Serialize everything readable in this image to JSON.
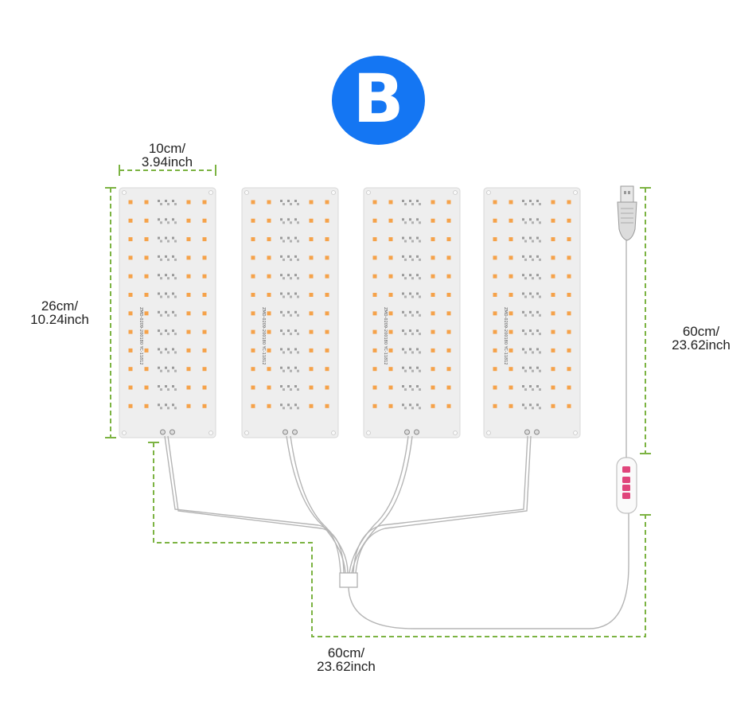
{
  "badge": {
    "letter": "B",
    "color": "#1476f3"
  },
  "dimensions": {
    "panel_width": {
      "line1": "10cm/",
      "line2": "3.94inch"
    },
    "panel_height": {
      "line1": "26cm/",
      "line2": "10.24inch"
    },
    "usb_cable_length": {
      "line1": "60cm/",
      "line2": "23.62inch"
    },
    "splitter_cable_length": {
      "line1": "60cm/",
      "line2": "23.62inch"
    }
  },
  "panel_marking": "YC-11812",
  "panel_code": "ZMD-0209-200180",
  "panel_count": 4,
  "colors": {
    "dimension_line": "#7cb342",
    "led_orange": "#f5a24a",
    "panel": "#eeeeee",
    "cable": "#b5b5b5",
    "controller_button": "#e0457b"
  }
}
